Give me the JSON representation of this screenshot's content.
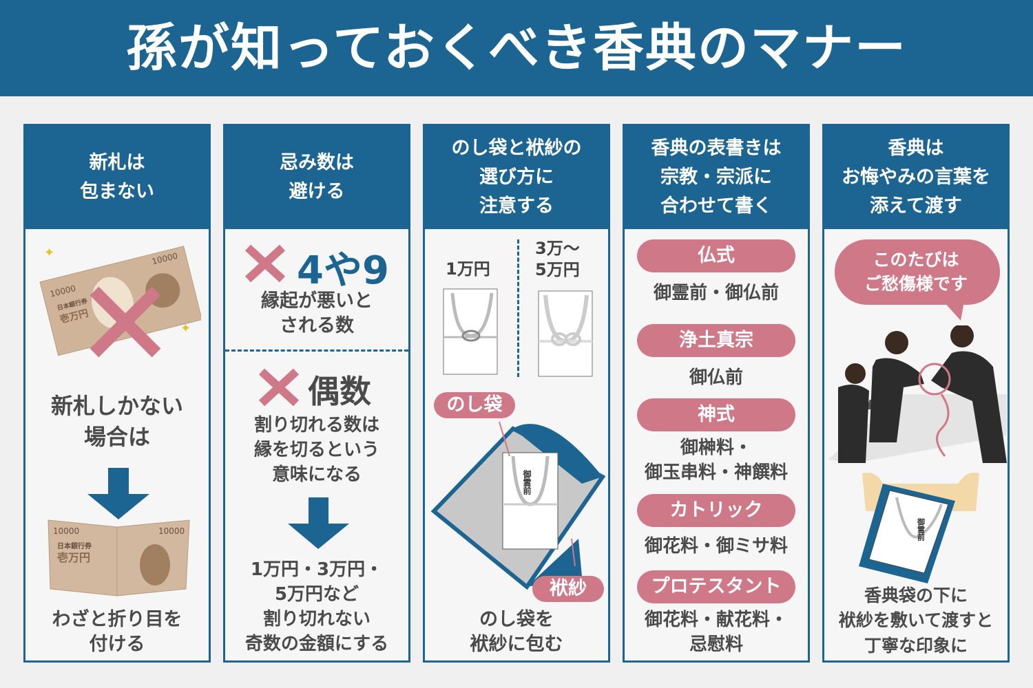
{
  "title": "孫が知っておくべき香典のマナー",
  "colors": {
    "blue": "#1c6592",
    "pink": "#cf7888",
    "text": "#4a4a4a",
    "bg": "#f0f0f0"
  },
  "col1": {
    "header": "新札は\n包まない",
    "text1": "新札しかない\n場合は",
    "text2": "わざと折り目を\n付ける",
    "bill_value": "10000",
    "bill_bank": "日本銀行券",
    "bill_amount": "壱万円"
  },
  "col2": {
    "header": "忌み数は\n避ける",
    "ng1": "4や9",
    "text1": "縁起が悪いと\nされる数",
    "ng2": "偶数",
    "text2": "割り切れる数は\n縁を切るという\n意味になる",
    "text3": "1万円・3万円・\n5万円など\n割り切れない\n奇数の金額にする"
  },
  "col3": {
    "header": "のし袋と袱紗の\n選び方に\n注意する",
    "amount1": "1万円",
    "amount2": "3万〜\n5万円",
    "tag_noshi": "のし袋",
    "tag_fukusa": "袱紗",
    "envelope_label": "御霊前",
    "text": "のし袋を\n袱紗に包む"
  },
  "col4": {
    "header": "香典の表書きは\n宗教・宗派に\n合わせて書く",
    "items": [
      {
        "religion": "仏式",
        "names": "御霊前・御仏前"
      },
      {
        "religion": "浄土真宗",
        "names": "御仏前"
      },
      {
        "religion": "神式",
        "names": "御榊料・\n御玉串料・神饌料"
      },
      {
        "religion": "カトリック",
        "names": "御花料・御ミサ料"
      },
      {
        "religion": "プロテスタント",
        "names": "御花料・献花料・\n忌慰料"
      }
    ]
  },
  "col5": {
    "header": "香典は\nお悔やみの言葉を\n添えて渡す",
    "bubble": "このたびは\nご愁傷様です",
    "envelope_label": "御霊前",
    "text": "香典袋の下に\n袱紗を敷いて渡すと\n丁寧な印象に"
  }
}
